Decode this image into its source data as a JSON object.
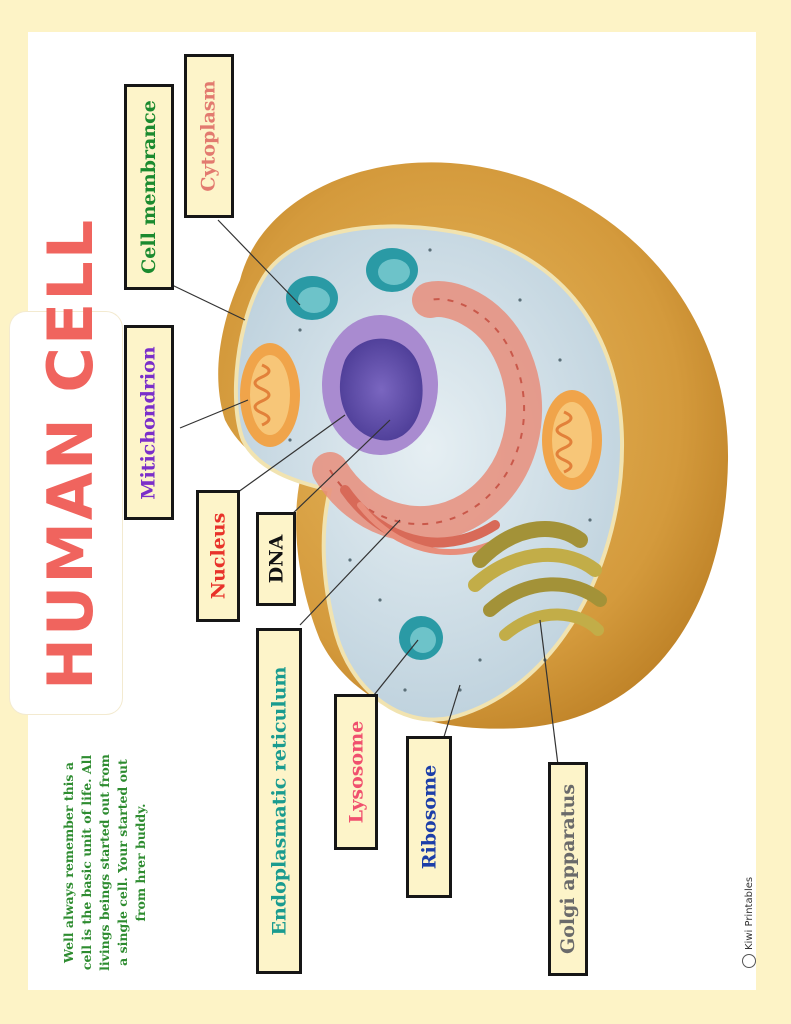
{
  "title": "HUMAN CELL",
  "labels": {
    "cytoplasm": "Cytoplasm",
    "cell_membrane": "Cell membrance",
    "mitichondrion": "Mitichondrion",
    "nucleus": "Nucleus",
    "dna": "DNA",
    "endoplasmatic_reticulum": "Endoplasmatic reticulum",
    "lysosome": "Lysosome",
    "ribosome": "Ribosome",
    "golgi_apparatus": "Golgi apparatus"
  },
  "description": "Well always remember this a cell is the basic unit of life. All livings beings started out from a single cell. Your started out from hrer buddy.",
  "brand": "Kiwi Printables",
  "colors": {
    "background": "#fdf3c6",
    "title": "#f0645e",
    "label_box": "#fdf4c9",
    "cytoplasm_text": "#e27a6f",
    "cell_membrane_text": "#1b8a2f",
    "mitichondrion_text": "#7b2fc9",
    "nucleus_text": "#e8322a",
    "dna_text": "#111111",
    "er_text": "#1a9b8f",
    "lysosome_text": "#f0506e",
    "ribosome_text": "#1c3ea8",
    "golgi_text": "#6a6a6a",
    "description_text": "#2e8c30"
  }
}
